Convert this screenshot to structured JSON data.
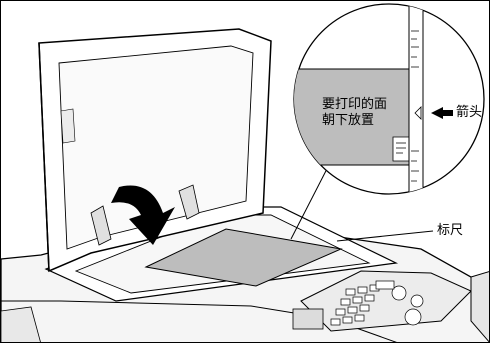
{
  "labels": {
    "place_face_down": "要打印的面\n朝下放置",
    "place_face_down_line1": "要打印的面",
    "place_face_down_line2": "朝下放置",
    "arrow": "箭头",
    "ruler": "标尺"
  },
  "colors": {
    "document_gray": "#bdbdbd",
    "line": "#000000",
    "body_light": "#f2f2f2",
    "shadow": "#d9d9d9"
  }
}
